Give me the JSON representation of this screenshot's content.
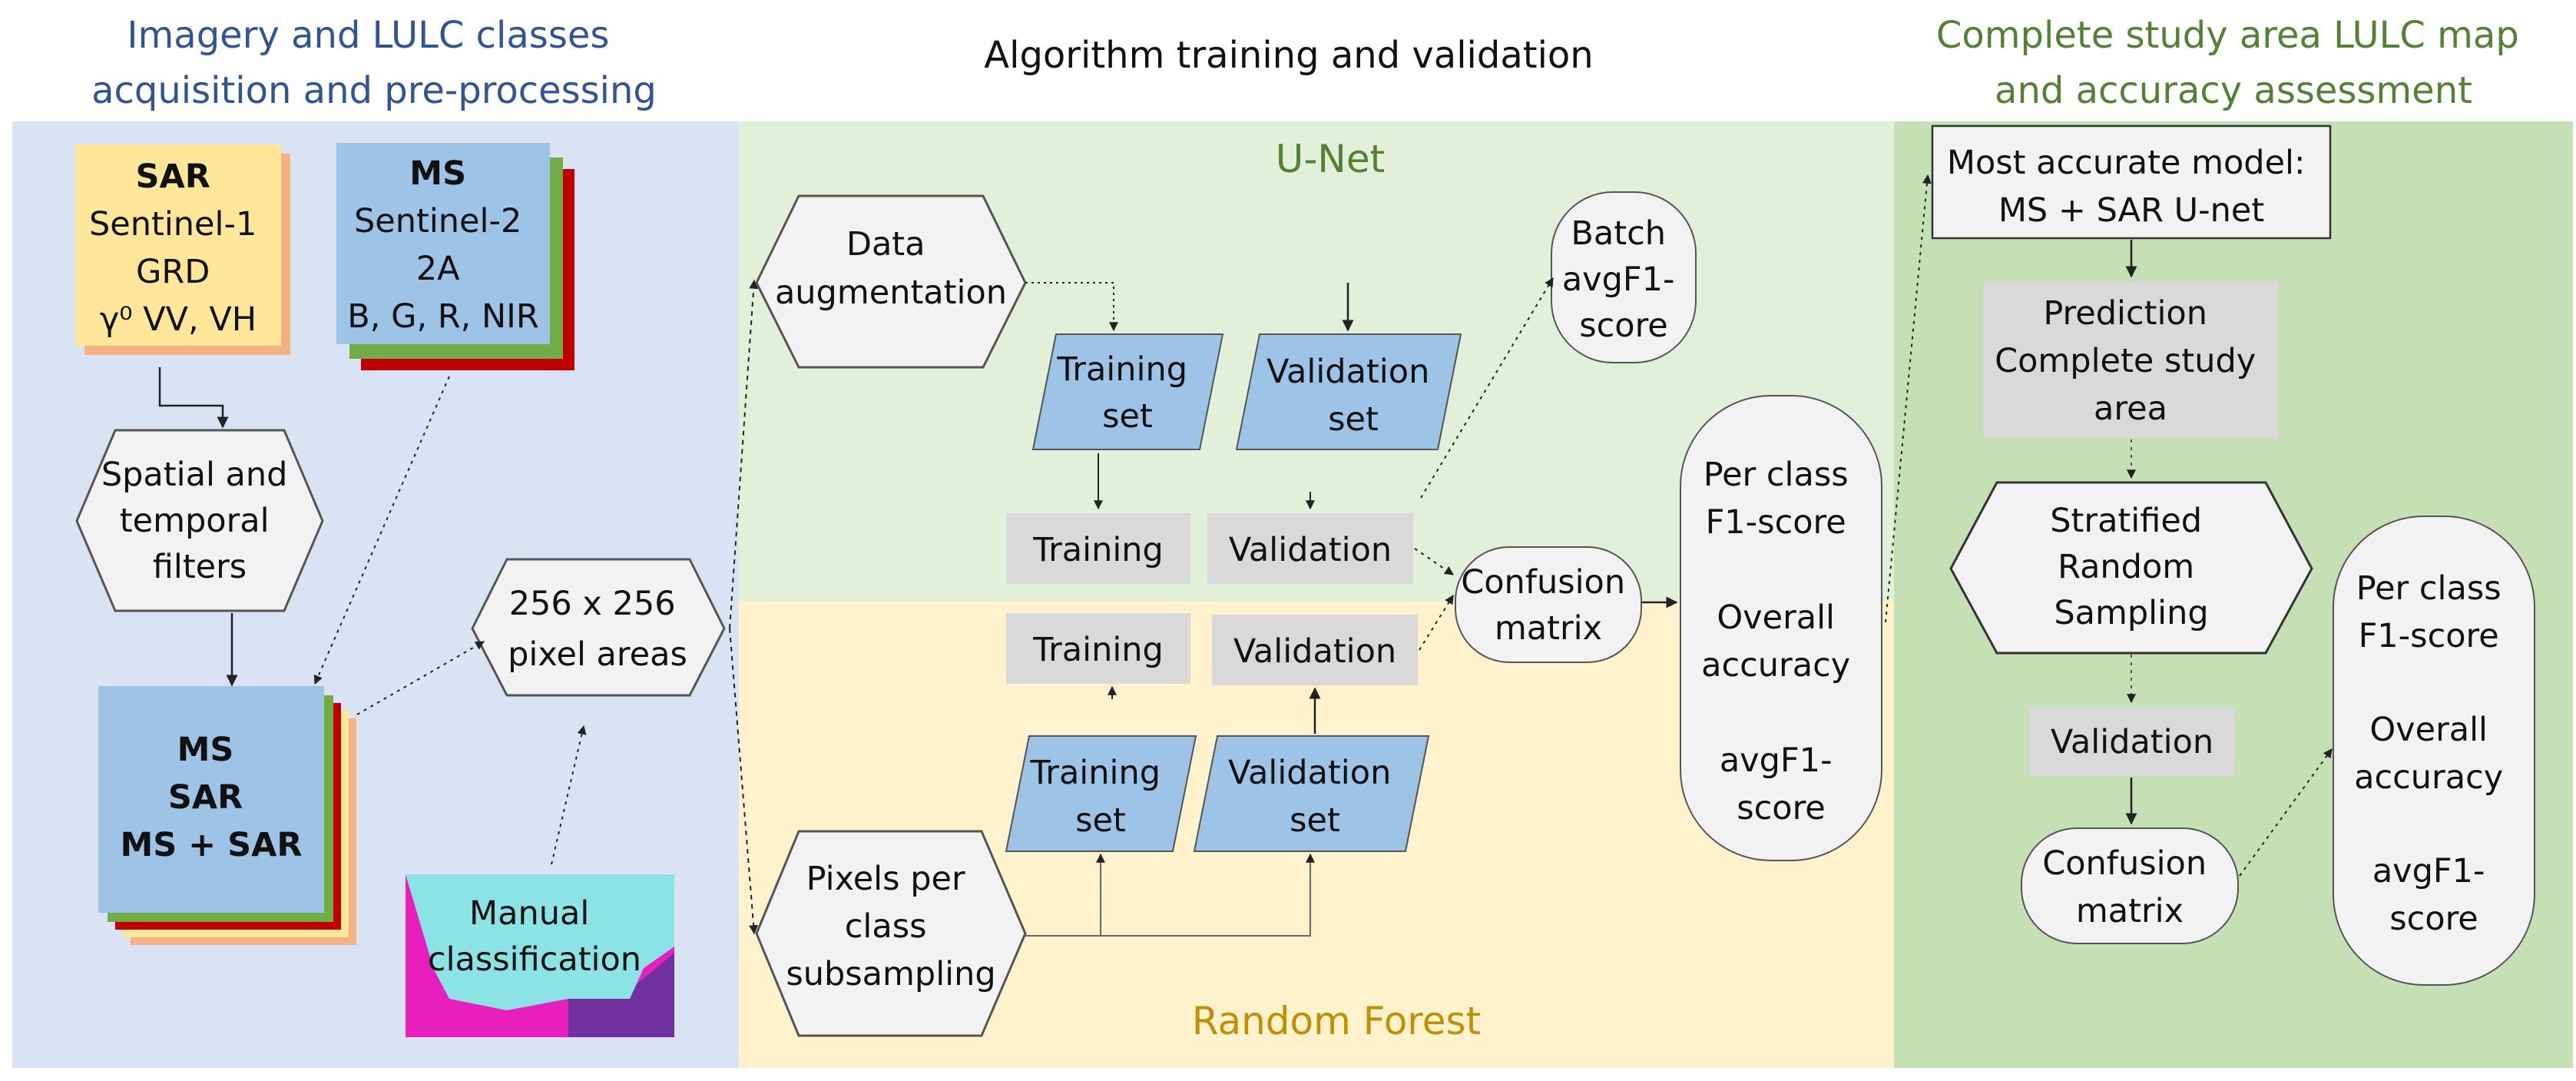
{
  "colors": {
    "panel_blue": "#dae3f3",
    "panel_green": "#e2efd9",
    "panel_yellow": "#fff2cc",
    "panel_darkgreen": "#c5e0b4",
    "header_blue": "#2f5597",
    "header_green": "#548235",
    "unet_green": "#548235",
    "rf_gold": "#bf9000",
    "dataset_blue": "#9dc3e6",
    "sar_yellow": "#ffe699",
    "sar_orange": "#f4b183",
    "step_gray": "#d9d9d9",
    "shape_gray": "#f2f2f2",
    "layer_green": "#70ad47",
    "layer_red": "#c00000"
  },
  "headers": {
    "left": [
      "Imagery and LULC classes",
      "acquisition and pre-processing"
    ],
    "middle": "Algorithm training and validation",
    "right": [
      "Complete study area LULC map",
      "and accuracy assessment"
    ]
  },
  "sections": {
    "unet": "U-Net",
    "random_forest": "Random Forest"
  },
  "preprocessing": {
    "sar_card": [
      "SAR",
      "Sentinel-1",
      "GRD",
      "γ⁰ VV, VH"
    ],
    "ms_card": [
      "MS",
      "Sentinel-2",
      "2A",
      "B, G, R, NIR"
    ],
    "filters": [
      "Spatial and",
      "temporal",
      "filters"
    ],
    "stack": [
      "MS",
      "SAR",
      "MS + SAR"
    ],
    "pixel_areas": [
      "256 x 256",
      "pixel areas"
    ],
    "manual": [
      "Manual",
      "classification"
    ]
  },
  "unet": {
    "augmentation": [
      "Data",
      "augmentation"
    ],
    "training_set": [
      "Training",
      "set"
    ],
    "validation_set": [
      "Validation",
      "set"
    ],
    "training": "Training",
    "validation": "Validation",
    "batch_score": [
      "Batch",
      "avgF1-",
      "score"
    ]
  },
  "random_forest": {
    "subsampling": [
      "Pixels per",
      "class",
      "subsampling"
    ],
    "training_set": [
      "Training",
      "set"
    ],
    "validation_set": [
      "Validation",
      "set"
    ],
    "training": "Training",
    "validation": "Validation"
  },
  "shared": {
    "confusion": [
      "Confusion",
      "matrix"
    ],
    "metrics": [
      "Per class",
      "F1-score",
      "",
      "Overall",
      "accuracy",
      "",
      "avgF1-",
      "score"
    ]
  },
  "final": {
    "best_model": [
      "Most accurate model:",
      "MS + SAR U-net"
    ],
    "prediction": [
      "Prediction",
      "Complete study",
      "area"
    ],
    "sampling": [
      "Stratified",
      "Random",
      "Sampling"
    ],
    "validation": "Validation",
    "confusion": [
      "Confusion",
      "matrix"
    ],
    "metrics": [
      "Per class",
      "F1-score",
      "",
      "Overall",
      "accuracy",
      "",
      "avgF1-",
      "score"
    ]
  }
}
